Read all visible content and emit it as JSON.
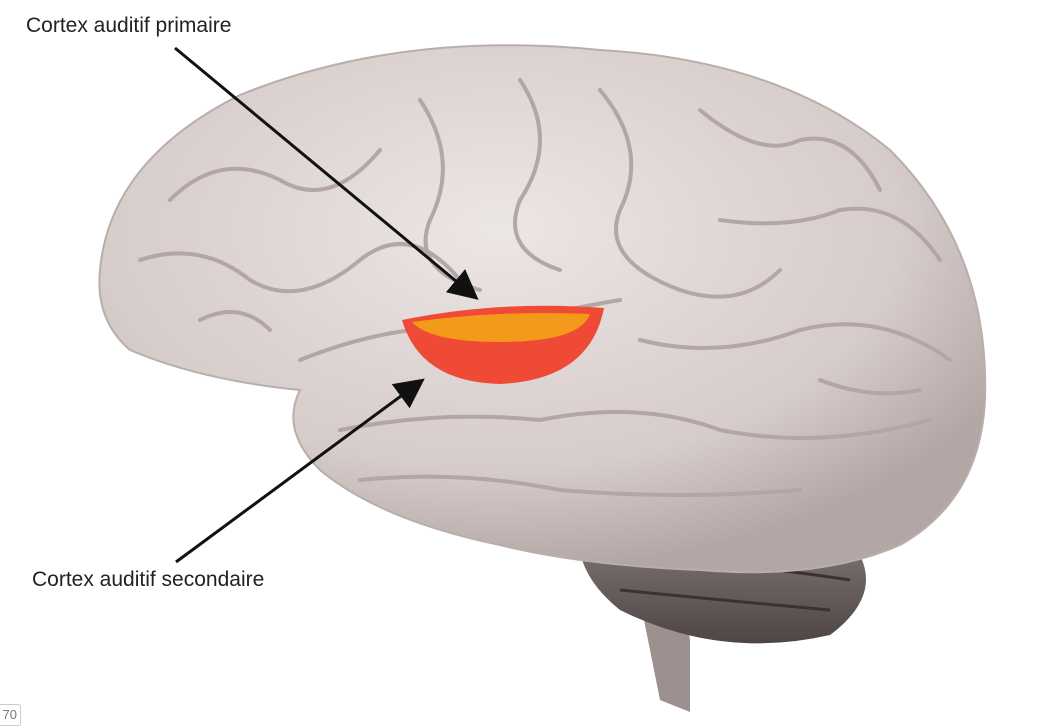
{
  "labels": {
    "primary": "Cortex auditif primaire",
    "secondary": "Cortex auditif secondaire"
  },
  "page_badge": "70",
  "colors": {
    "brain": "#d9cfcc",
    "primary_region": "#f39a1a",
    "secondary_region": "#ef4a36",
    "arrow": "#111111"
  }
}
